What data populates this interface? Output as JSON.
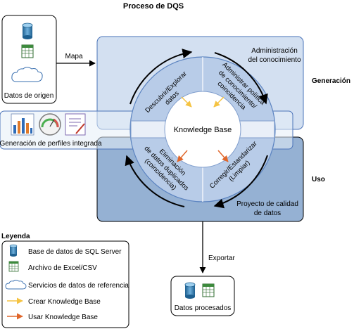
{
  "title": "Proceso de DQS",
  "source": {
    "label": "Datos de origen"
  },
  "arrows": {
    "map": "Mapa",
    "export": "Exportar"
  },
  "profiling": {
    "label": "Generación de perfiles integrada"
  },
  "sections": {
    "generation": "Generación",
    "use": "Uso"
  },
  "cycle_labels": {
    "knowledge_admin_line1": "Administración",
    "knowledge_admin_line2": "del conocimiento",
    "dq_project_line1": "Proyecto de calidad",
    "dq_project_line2": "de datos"
  },
  "center": {
    "label": "Knowledge Base"
  },
  "quadrants": {
    "discover_line1": "Descubrir/Explorar",
    "discover_line2": "datos",
    "policy_line1": "Administrar política",
    "policy_line2": "de conocimiento/",
    "policy_line3": "coincidencia",
    "dedupe_line1": "Eliminación",
    "dedupe_line2": "de datos duplicados",
    "dedupe_line3": "(coincidencia)",
    "cleanse_line1": "Corregir/Estandarizar",
    "cleanse_line2": "(Limpiar)"
  },
  "output": {
    "label": "Datos procesados"
  },
  "legend": {
    "title": "Leyenda",
    "items": [
      {
        "icon": "database-icon",
        "label": "Base de datos de SQL Server"
      },
      {
        "icon": "spreadsheet-icon",
        "label": "Archivo de Excel/CSV"
      },
      {
        "icon": "cloud-icon",
        "label": "Servicios de datos de referencia"
      },
      {
        "icon": "yellow-arrow-icon",
        "label": "Crear Knowledge Base",
        "color": "#f5c342"
      },
      {
        "icon": "orange-arrow-icon",
        "label": "Usar Knowledge Base",
        "color": "#e0662a"
      }
    ]
  },
  "colors": {
    "generation_fill": "#d3e0f1",
    "use_fill": "#95b1d3",
    "ring_fill": "#b8cce8",
    "create_arrow": "#f5c342",
    "use_arrow": "#e0662a"
  }
}
